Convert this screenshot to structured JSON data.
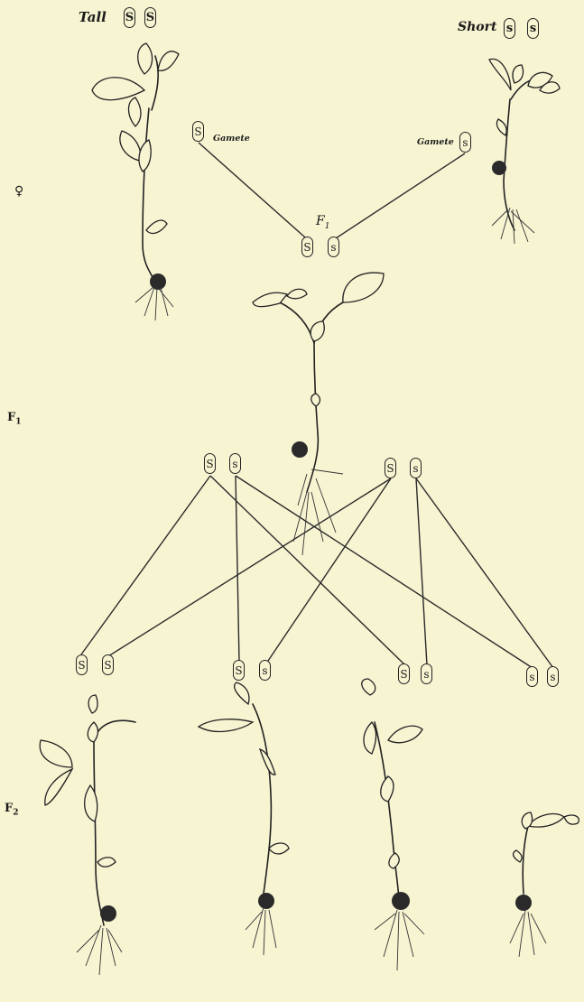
{
  "parents": {
    "tall": {
      "label": "Tall",
      "alleles": [
        "S",
        "S"
      ]
    },
    "short": {
      "label": "Short",
      "alleles": [
        "s",
        "s"
      ]
    },
    "side_mark": "♀"
  },
  "gametes": {
    "left": {
      "allele": "S",
      "label": "Gamete"
    },
    "right": {
      "allele": "s",
      "label": "Gamete"
    }
  },
  "f1_cross": {
    "label": "F",
    "sub": "1",
    "alleles": [
      "S",
      "s"
    ]
  },
  "f1_generation": {
    "label": "F",
    "sub": "1",
    "gametes": [
      "S",
      "s",
      "S",
      "s"
    ]
  },
  "f2_generation": {
    "label": "F",
    "sub": "2",
    "genotypes": [
      [
        "S",
        "S"
      ],
      [
        "S",
        "s"
      ],
      [
        "S",
        "s"
      ],
      [
        "s",
        "s"
      ]
    ]
  }
}
